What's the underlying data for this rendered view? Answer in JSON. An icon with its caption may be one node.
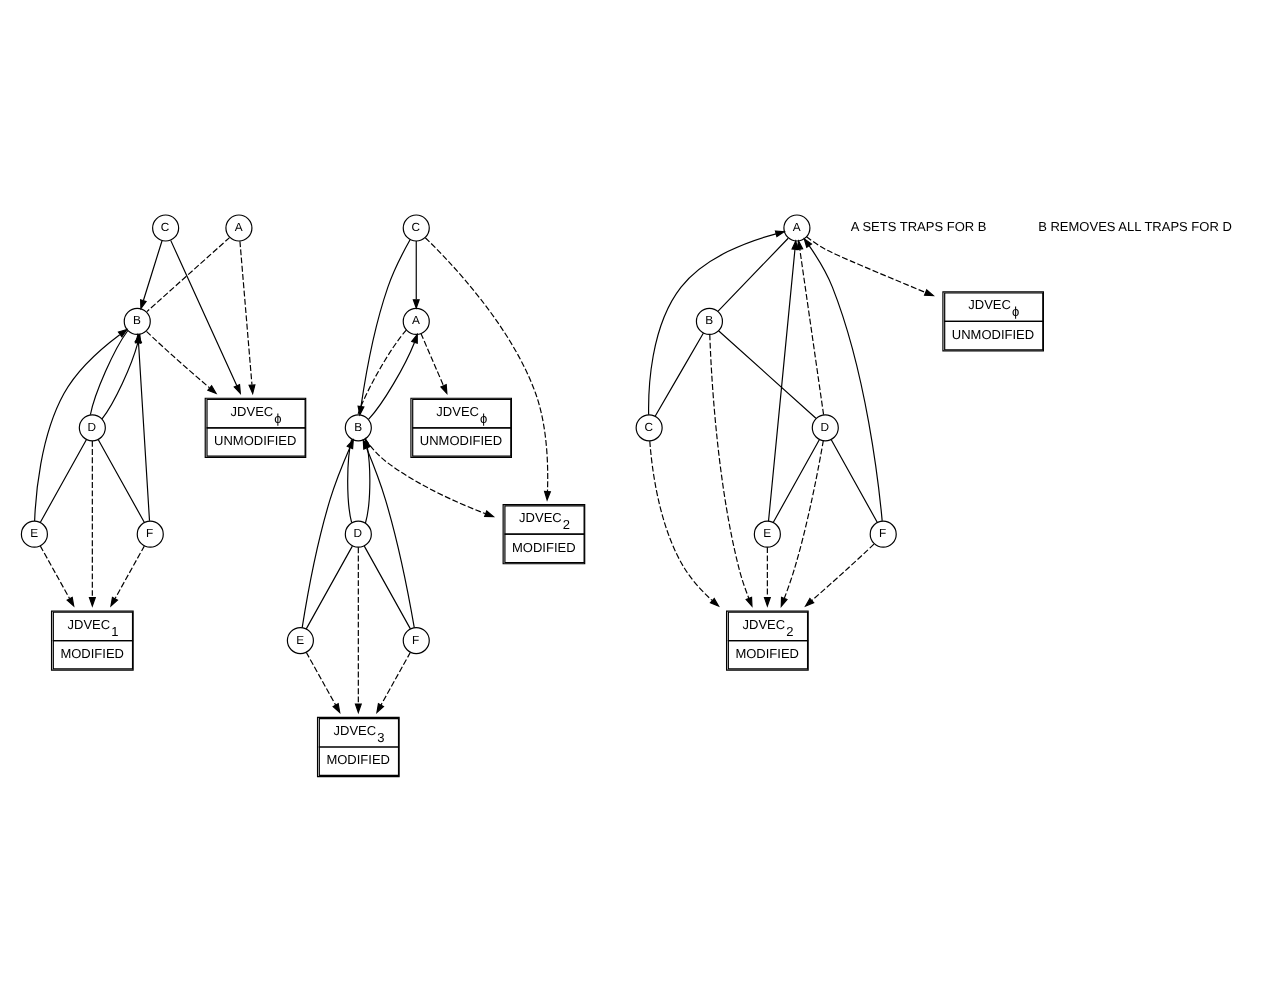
{
  "diagram": {
    "nodes": [
      {
        "text": [
          "A"
        ]
      },
      {
        "text": [
          "B"
        ]
      },
      {
        "text": [
          "C"
        ]
      },
      {
        "text": [
          "D"
        ]
      },
      {
        "text": [
          "E"
        ]
      },
      {
        "text": [
          "F"
        ]
      },
      {
        "text": [
          "JDVEC$_{ϕ}$",
          "UNMODIFIED"
        ]
      },
      {
        "text": [
          "JDVEC$_{1}$",
          "MODIFIED"
        ]
      },
      {
        "text": [
          "A"
        ]
      },
      {
        "text": [
          "B"
        ]
      },
      {
        "text": [
          "C"
        ]
      },
      {
        "text": [
          "D"
        ]
      },
      {
        "text": [
          "E"
        ]
      },
      {
        "text": [
          "F"
        ]
      },
      {
        "text": [
          "JDVEC$_{ϕ}$",
          "UNMODIFIED"
        ]
      },
      {
        "text": [
          "JDVEC$_{2}$",
          "MODIFIED"
        ]
      },
      {
        "text": [
          "JDVEC$_{3}$",
          "MODIFIED"
        ]
      },
      {
        "text": [
          "A"
        ]
      },
      {
        "text": [
          "B"
        ]
      },
      {
        "text": [
          "C"
        ]
      },
      {
        "text": [
          "D"
        ]
      },
      {
        "text": [
          "E"
        ]
      },
      {
        "text": [
          "F"
        ]
      },
      {
        "text": [
          "JDVEC$_{ϕ}$",
          "UNMODIFIED"
        ]
      },
      {
        "text": [
          "JDVEC$_{2}$",
          "MODIFIED"
        ]
      }
    ],
    "edges": [
      {
        "from": 0,
        "to": 1,
        "arrow": "none",
        "style": "dashed"
      },
      {
        "from": 0,
        "to": 6,
        "arrow": "to",
        "style": "dashed"
      },
      {
        "from": 1,
        "to": 6,
        "arrow": "to",
        "style": "dashed"
      },
      {
        "from": 2,
        "to": 6,
        "arrow": "to"
      },
      {
        "from": 2,
        "to": 1,
        "arrow": "to"
      },
      {
        "from": 1,
        "to": 3,
        "arrow": "none"
      },
      {
        "from": 3,
        "to": 1,
        "arrow": "to"
      },
      {
        "from": 4,
        "to": 1,
        "arrow": "to"
      },
      {
        "from": 5,
        "to": 1,
        "arrow": "to"
      },
      {
        "from": 3,
        "to": 4,
        "arrow": "none"
      },
      {
        "from": 3,
        "to": 5,
        "arrow": "none"
      },
      {
        "from": 3,
        "to": 7,
        "arrow": "to",
        "style": "dashed"
      },
      {
        "from": 5,
        "to": 7,
        "arrow": "to",
        "style": "dashed"
      },
      {
        "from": 4,
        "to": 7,
        "arrow": "to",
        "style": "dashed"
      },
      {
        "from": 8,
        "to": 9,
        "arrow": "none",
        "style": "dashed"
      },
      {
        "from": 10,
        "to": 8,
        "arrow": "to"
      },
      {
        "from": 9,
        "to": 8,
        "arrow": "to"
      },
      {
        "from": 8,
        "to": 14,
        "arrow": "to",
        "style": "dashed"
      },
      {
        "from": 9,
        "to": 15,
        "arrow": "to",
        "style": "dashed"
      },
      {
        "from": 10,
        "to": 15,
        "arrow": "to",
        "style": "dashed"
      },
      {
        "from": 10,
        "to": 9,
        "arrow": "to"
      },
      {
        "from": 9,
        "to": 11,
        "arrow": "none"
      },
      {
        "from": 11,
        "to": 9,
        "arrow": "to"
      },
      {
        "from": 12,
        "to": 9,
        "arrow": "to"
      },
      {
        "from": 13,
        "to": 9,
        "arrow": "to"
      },
      {
        "from": 11,
        "to": 12,
        "arrow": "none"
      },
      {
        "from": 11,
        "to": 13,
        "arrow": "none"
      },
      {
        "from": 11,
        "to": 16,
        "arrow": "to",
        "style": "dashed"
      },
      {
        "from": 13,
        "to": 16,
        "arrow": "to",
        "style": "dashed"
      },
      {
        "from": 12,
        "to": 16,
        "arrow": "to",
        "style": "dashed"
      },
      {
        "from": 17,
        "to": 18,
        "arrow": "none"
      },
      {
        "from": 19,
        "to": 17,
        "arrow": "to"
      },
      {
        "from": 21,
        "to": 17,
        "arrow": "to"
      },
      {
        "from": 20,
        "to": 17,
        "arrow": "to",
        "style": "dashed"
      },
      {
        "from": 22,
        "to": 17,
        "arrow": "to"
      },
      {
        "from": 17,
        "to": 23,
        "arrow": "to",
        "style": "dashed"
      },
      {
        "from": 18,
        "to": 19,
        "arrow": "none"
      },
      {
        "from": 18,
        "to": 20,
        "arrow": "none"
      },
      {
        "from": 20,
        "to": 21,
        "arrow": "none"
      },
      {
        "from": 20,
        "to": 22,
        "arrow": "none"
      },
      {
        "from": 18,
        "to": 24,
        "arrow": "to",
        "style": "dashed"
      },
      {
        "from": 19,
        "to": 24,
        "arrow": "to",
        "style": "dashed"
      },
      {
        "from": 20,
        "to": 24,
        "arrow": "to",
        "style": "dashed"
      },
      {
        "from": 21,
        "to": 24,
        "arrow": "to",
        "style": "dashed"
      },
      {
        "from": 22,
        "to": 24,
        "arrow": "to",
        "style": "dashed"
      }
    ],
    "labels": [
      "A SETS TRAPS FOR B",
      "B REMOVES ALL TRAPS FOR D"
    ]
  }
}
